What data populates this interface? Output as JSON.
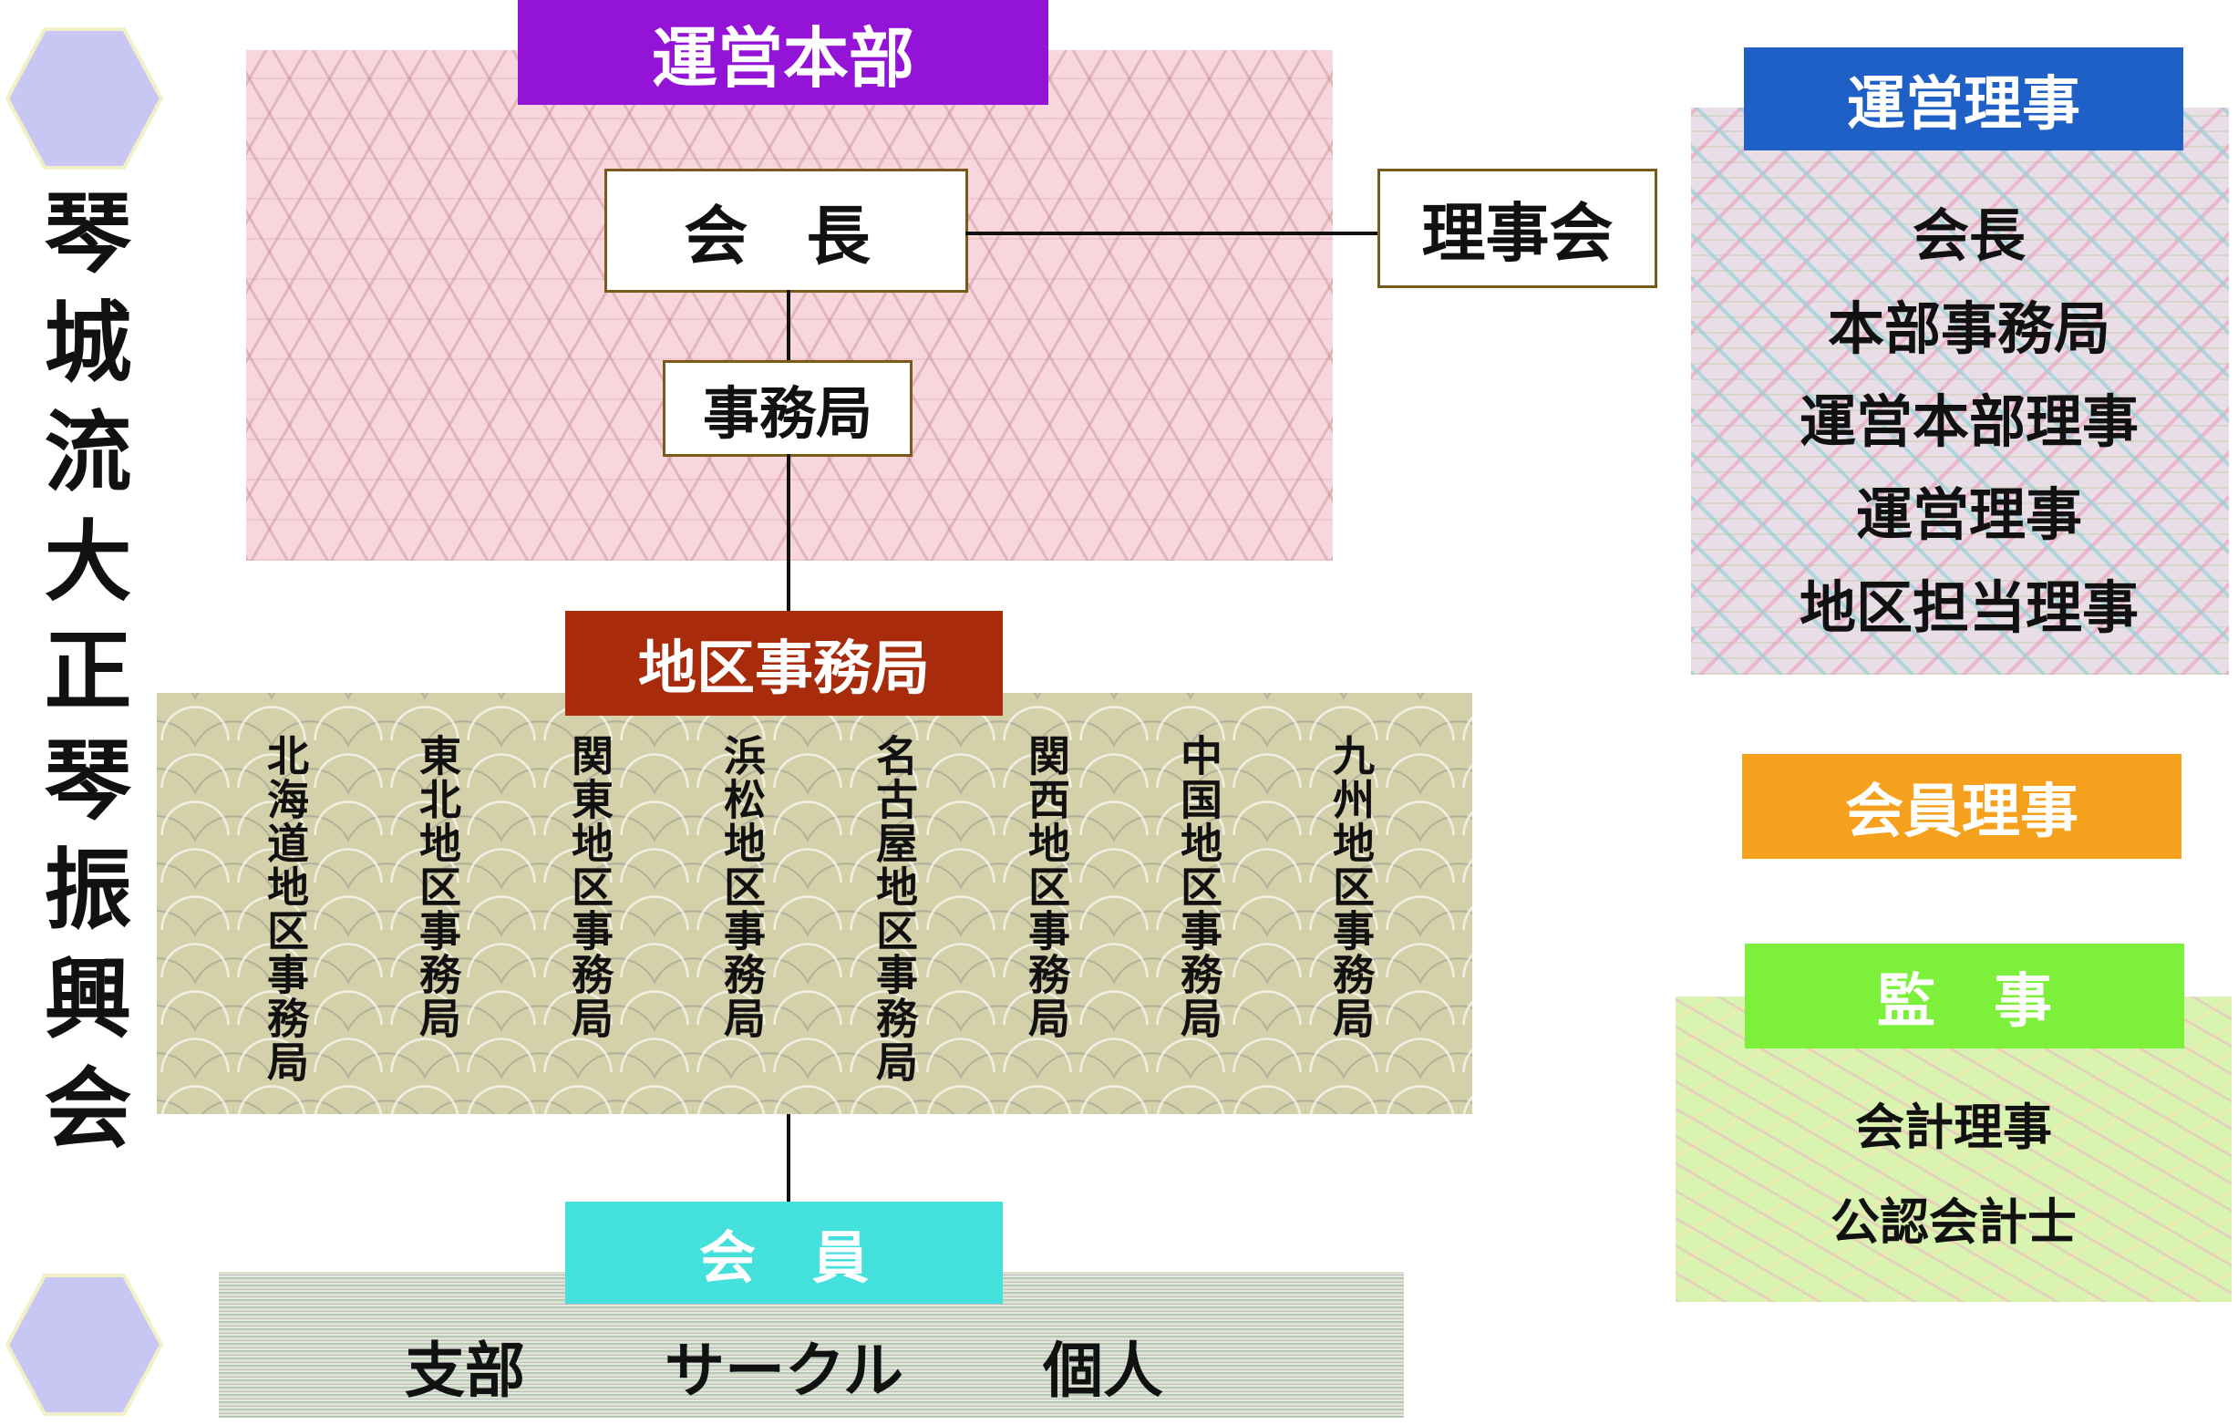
{
  "org_name": "琴城流大正琴振興会",
  "headquarters": {
    "header": "運営本部",
    "chairman": "会 長",
    "board": "理事会",
    "secretariat": "事務局"
  },
  "regional": {
    "header": "地区事務局",
    "offices": [
      "北海道地区事務局",
      "東北地区事務局",
      "関東地区事務局",
      "浜松地区事務局",
      "名古屋地区事務局",
      "関西地区事務局",
      "中国地区事務局",
      "九州地区事務局"
    ]
  },
  "members": {
    "header": "会　員",
    "types": [
      "支部",
      "サークル",
      "個人"
    ]
  },
  "operating_directors": {
    "header": "運営理事",
    "items": [
      "会長",
      "本部事務局",
      "運営本部理事",
      "運営理事",
      "地区担当理事"
    ]
  },
  "member_directors": {
    "header": "会員理事"
  },
  "auditors": {
    "header": "監　事",
    "items": [
      "会計理事",
      "公認会計士"
    ]
  },
  "colors": {
    "hq_header": "#9313d6",
    "regional_header": "#a82b0c",
    "members_header": "#44e0dc",
    "operating_header": "#1f60c6",
    "member_directors_header": "#f5a11e",
    "auditors_header": "#7cf03a",
    "hexagon": "#c8c6f2"
  },
  "decorations": [
    "hexagon-top",
    "hexagon-bottom"
  ]
}
